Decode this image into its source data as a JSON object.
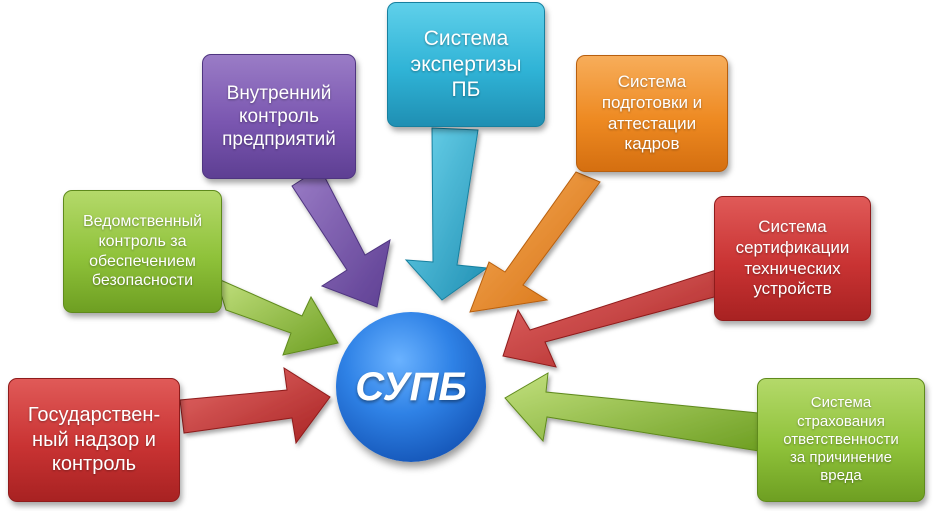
{
  "center": {
    "label": "СУПБ",
    "color": "#2f82e6"
  },
  "nodes": [
    {
      "id": "internal-control",
      "label": "Внутренний\nконтроль\nпредприятий",
      "color": "#7a56b0"
    },
    {
      "id": "expertise",
      "label": "Система\nэкспертизы\nПБ",
      "color": "#2fb3d6"
    },
    {
      "id": "training",
      "label": "Система\nподготовки и\nаттестации\nкадров",
      "color": "#ee8a22"
    },
    {
      "id": "departmental-control",
      "label": "Ведомственный\nконтроль за\nобеспечением\nбезопасности",
      "color": "#8fc23a"
    },
    {
      "id": "certification",
      "label": "Система\nсертификации\nтехнических\nустройств",
      "color": "#c93333"
    },
    {
      "id": "state-supervision",
      "label": "Государствен-\nный надзор и\nконтроль",
      "color": "#c93333"
    },
    {
      "id": "insurance",
      "label": "Система\nстрахования\nответственности\nза причинение\nвреда",
      "color": "#8fc23a"
    }
  ]
}
